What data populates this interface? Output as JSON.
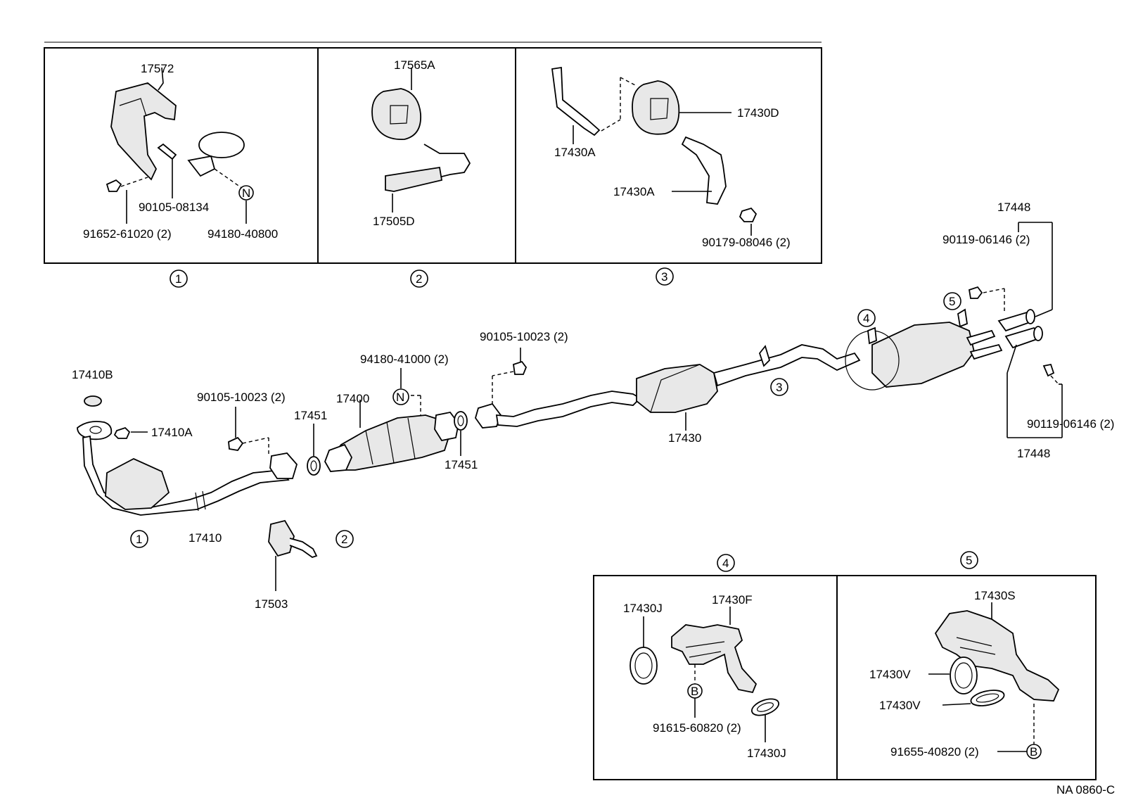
{
  "figure_code": "NA 0860-C",
  "callouts": {
    "c1": "1",
    "c2": "2",
    "c3": "3",
    "c4": "4",
    "c5": "5",
    "n_letter": "N",
    "b_letter": "B"
  },
  "parts": {
    "p17572": "17572",
    "p90105_08134": "90105-08134",
    "p91652_61020": "91652-61020 (2)",
    "p94180_40800": "94180-40800",
    "p17565A": "17565A",
    "p17505D": "17505D",
    "p17430A_top": "17430A",
    "p17430D": "17430D",
    "p17430A_mid": "17430A",
    "p90179_08046": "90179-08046 (2)",
    "p17448_top": "17448",
    "p90119_top": "90119-06146 (2)",
    "p90105_10023_a": "90105-10023 (2)",
    "p94180_41000": "94180-41000 (2)",
    "p17410B": "17410B",
    "p90105_10023_b": "90105-10023 (2)",
    "p17400": "17400",
    "p17451_a": "17451",
    "p17410A": "17410A",
    "p17451_b": "17451",
    "p17430": "17430",
    "p90119_bottom": "90119-06146 (2)",
    "p17448_bottom": "17448",
    "p17410": "17410",
    "p17503": "17503",
    "p17430J_a": "17430J",
    "p17430F": "17430F",
    "p91615_60820": "91615-60820 (2)",
    "p17430J_b": "17430J",
    "p17430S": "17430S",
    "p17430V_a": "17430V",
    "p17430V_b": "17430V",
    "p91655_40820": "91655-40820 (2)"
  }
}
